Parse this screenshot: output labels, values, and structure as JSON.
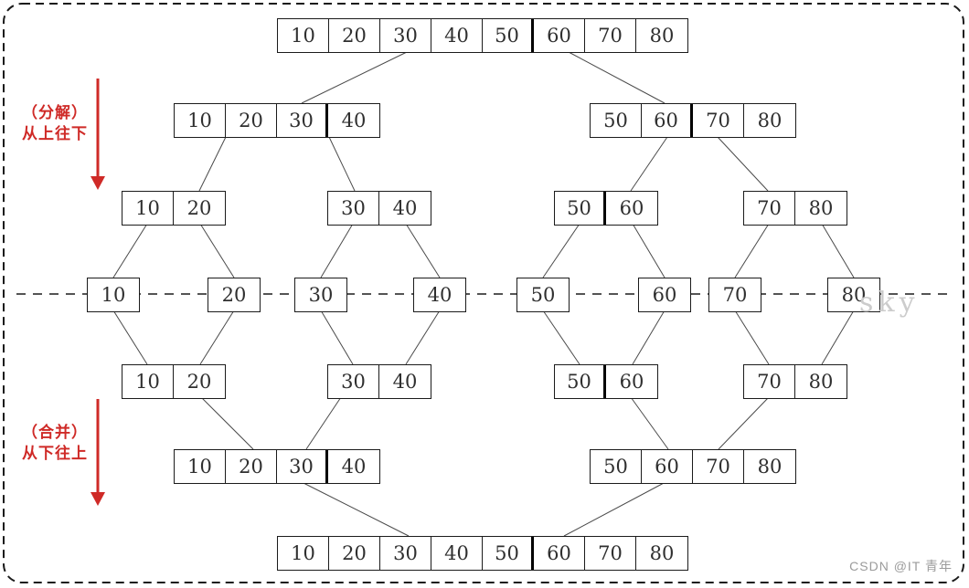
{
  "colors": {
    "accent_red": "#cf2a27",
    "box_border": "#1b1b1b",
    "connector_gray": "#4a4a4a",
    "watermark_light": "#cccccc",
    "watermark_gray": "#9b9b9b"
  },
  "labels": {
    "decompose_line1": "（分解）",
    "decompose_line2": "从上往下",
    "merge_line1": "（合并）",
    "merge_line2": "从下往上"
  },
  "watermarks": {
    "sky": "sky",
    "csdn": "CSDN @IT 青年"
  },
  "diagram": {
    "type": "merge-sort-divide-and-merge",
    "arrays": [
      {
        "id": "t1",
        "values": [
          "10",
          "20",
          "30",
          "40",
          "50",
          "60",
          "70",
          "80"
        ]
      },
      {
        "id": "t2l",
        "values": [
          "10",
          "20",
          "30",
          "40"
        ]
      },
      {
        "id": "t2r",
        "values": [
          "50",
          "60",
          "70",
          "80"
        ]
      },
      {
        "id": "t3a",
        "values": [
          "10",
          "20"
        ]
      },
      {
        "id": "t3b",
        "values": [
          "30",
          "40"
        ]
      },
      {
        "id": "t3c",
        "values": [
          "50",
          "60"
        ]
      },
      {
        "id": "t3d",
        "values": [
          "70",
          "80"
        ]
      },
      {
        "id": "m1",
        "values": [
          "10"
        ]
      },
      {
        "id": "m2",
        "values": [
          "20"
        ]
      },
      {
        "id": "m3",
        "values": [
          "30"
        ]
      },
      {
        "id": "m4",
        "values": [
          "40"
        ]
      },
      {
        "id": "m5",
        "values": [
          "50"
        ]
      },
      {
        "id": "m6",
        "values": [
          "60"
        ]
      },
      {
        "id": "m7",
        "values": [
          "70"
        ]
      },
      {
        "id": "m8",
        "values": [
          "80"
        ]
      },
      {
        "id": "b3a",
        "values": [
          "10",
          "20"
        ]
      },
      {
        "id": "b3b",
        "values": [
          "30",
          "40"
        ]
      },
      {
        "id": "b3c",
        "values": [
          "50",
          "60"
        ]
      },
      {
        "id": "b3d",
        "values": [
          "70",
          "80"
        ]
      },
      {
        "id": "b2l",
        "values": [
          "10",
          "20",
          "30",
          "40"
        ]
      },
      {
        "id": "b2r",
        "values": [
          "50",
          "60",
          "70",
          "80"
        ]
      },
      {
        "id": "b1",
        "values": [
          "10",
          "20",
          "30",
          "40",
          "50",
          "60",
          "70",
          "80"
        ]
      }
    ]
  }
}
